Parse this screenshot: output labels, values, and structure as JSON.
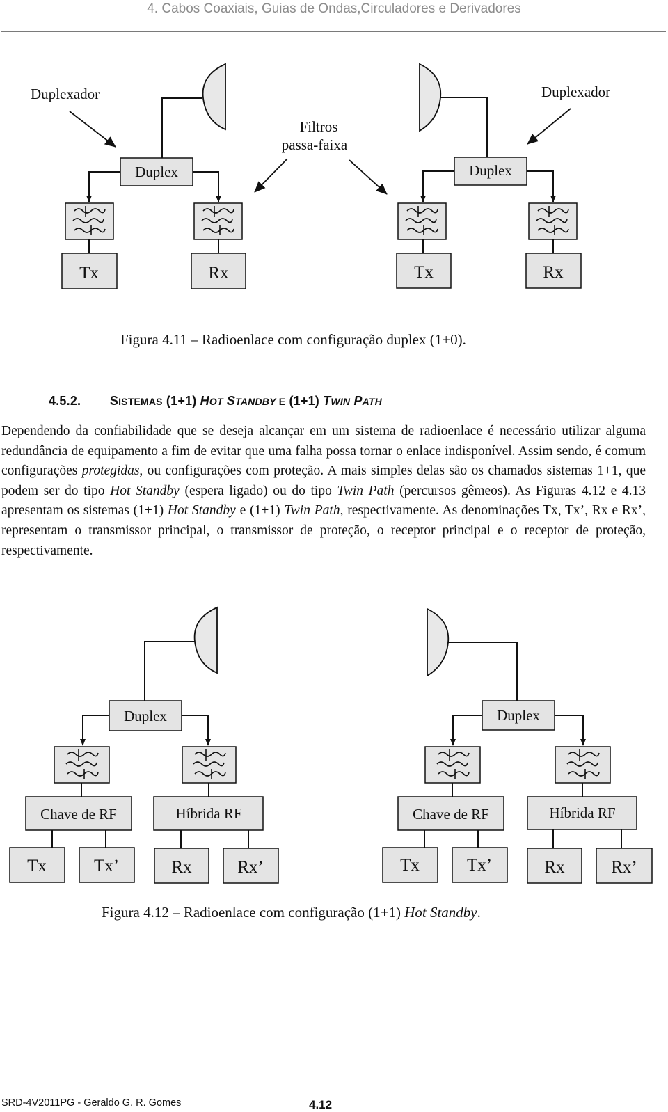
{
  "header": {
    "title": "4. Cabos Coaxiais, Guias de Ondas,Circuladores e Derivadores"
  },
  "figure1": {
    "labels": {
      "duplexador_left": "Duplexador",
      "duplexador_right": "Duplexador",
      "filtros_line1": "Filtros",
      "filtros_line2": "passa-faixa",
      "duplex": "Duplex",
      "tx": "Tx",
      "rx": "Rx"
    },
    "caption": "Figura 4.11 – Radioenlace com configuração duplex (1+0)."
  },
  "section": {
    "number": "4.5.2.",
    "title_parts": [
      "S",
      "ISTEMAS",
      " (1+1) ",
      "H",
      "OT",
      " ",
      "S",
      "TANDBY",
      " E",
      " (1+1) ",
      "T",
      "WIN",
      " ",
      "P",
      "ATH"
    ]
  },
  "body": {
    "p1": "Dependendo da confiabilidade que se deseja alcançar em um sistema de radioenlace é necessário utilizar alguma redundância de equipamento a fim de evitar que uma falha possa tornar o enlace indisponível. Assim sendo, é comum configurações ",
    "p1_italic": "protegidas",
    "p2": ", ou configurações com proteção. A mais simples delas são os chamados sistemas 1+1, que podem ser do tipo ",
    "hot_standby": "Hot Standby",
    "p3": " (espera ligado) ou do tipo ",
    "twin_path": "Twin Path",
    "p4": " (percursos gêmeos). As Figuras 4.12 e 4.13 apresentam os sistemas (1+1) ",
    "p5": " e (1+1) ",
    "p6": ", respectivamente. As denominações Tx, Tx’, Rx e Rx’, representam o transmissor principal, o transmissor de proteção, o receptor principal e o receptor de proteção, respectivamente."
  },
  "figure2": {
    "labels": {
      "duplex": "Duplex",
      "chave": "Chave de RF",
      "hibrida": "Híbrida RF",
      "tx": "Tx",
      "tx_prime": "Tx’",
      "rx": "Rx",
      "rx_prime": "Rx’"
    },
    "caption_prefix": "Figura 4.12 – Radioenlace com configuração (1+1) ",
    "caption_italic": "Hot Standby",
    "caption_suffix": "."
  },
  "footer": {
    "left": "SRD-4V2011PG - Geraldo G. R. Gomes",
    "page": "4.12"
  }
}
